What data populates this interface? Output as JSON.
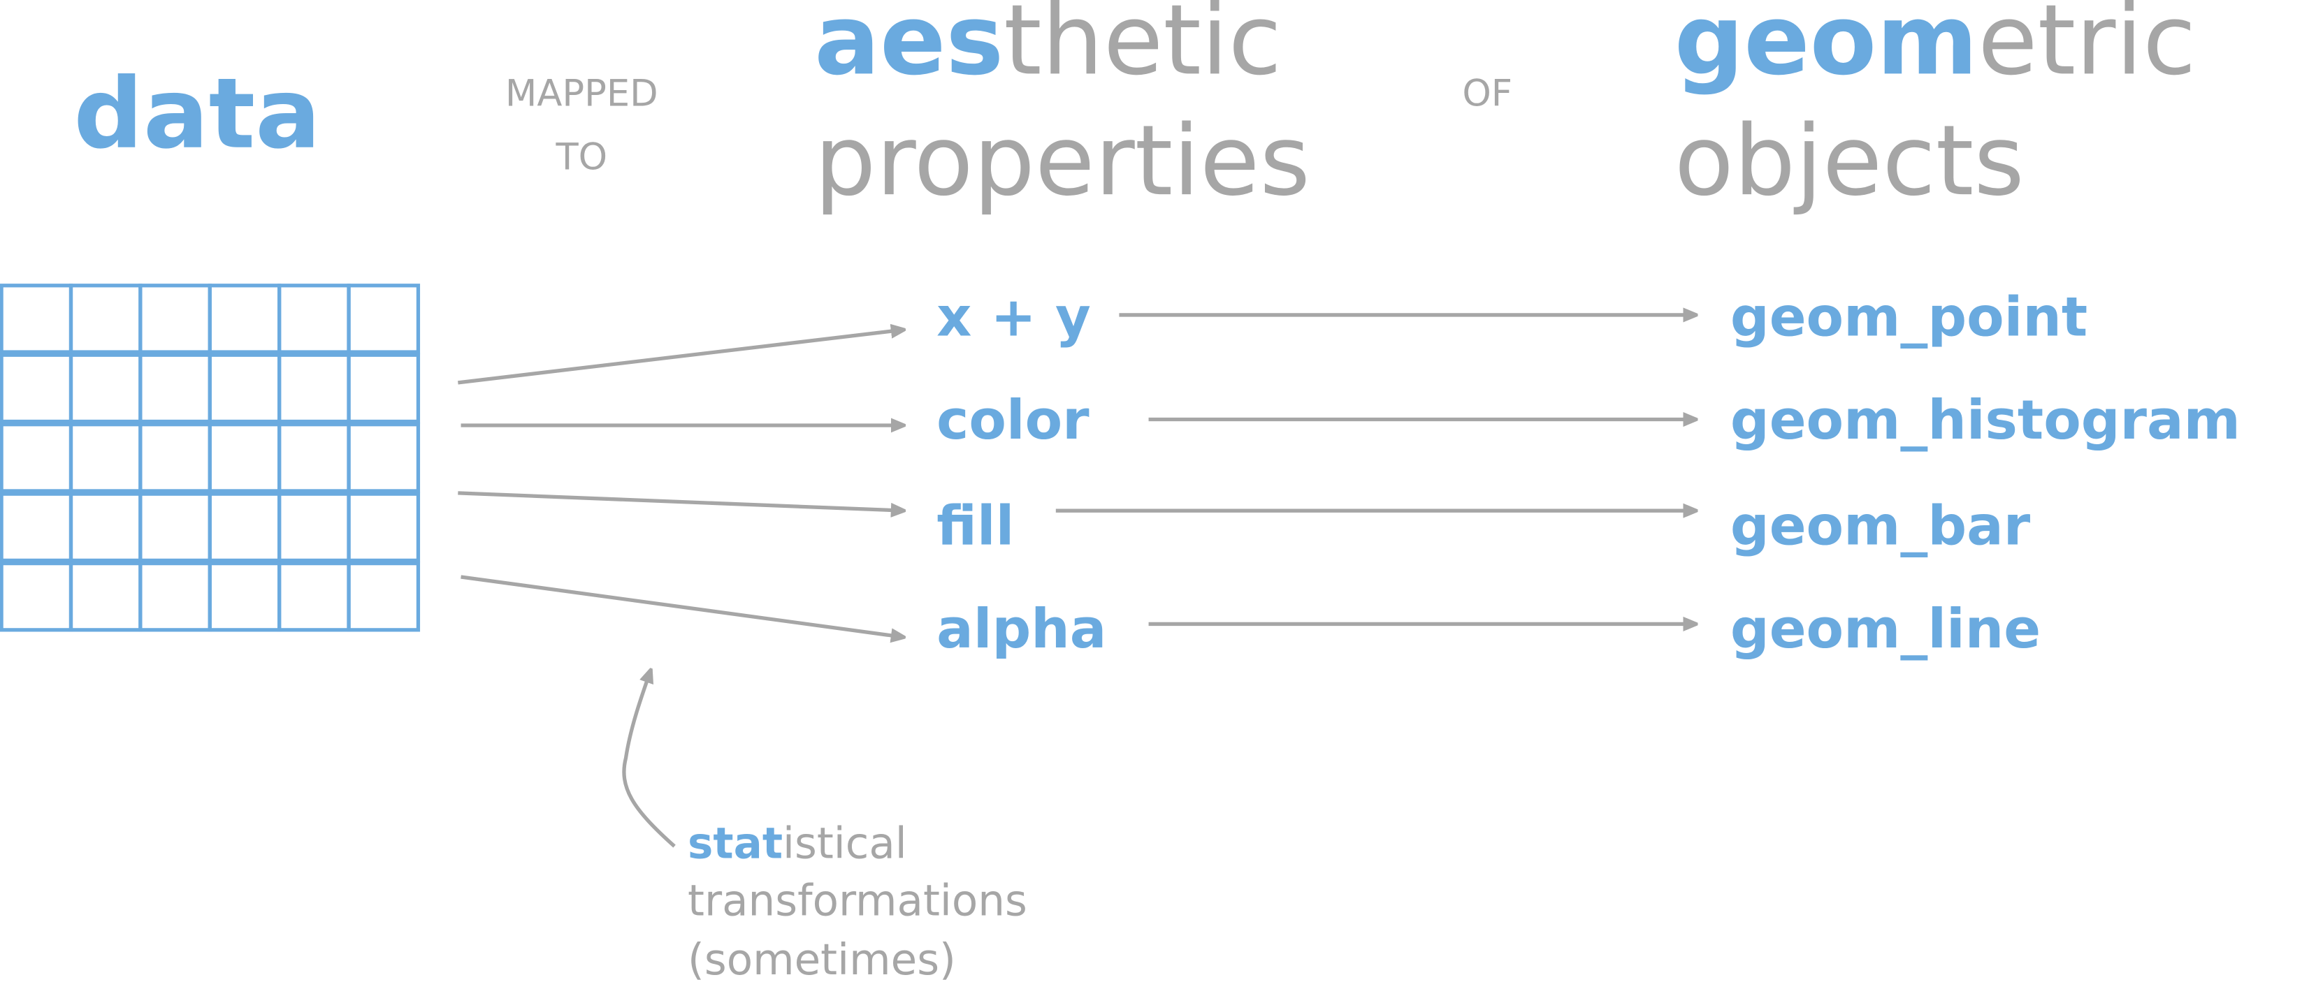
{
  "colors": {
    "accent": "#6aaadf",
    "muted": "#a6a6a6"
  },
  "header": {
    "data": "data",
    "mapped_line1": "MAPPED",
    "mapped_line2": "TO",
    "aes_highlight": "aes",
    "aes_rest": "thetic",
    "aes_line2": "properties",
    "of": "OF",
    "geom_highlight": "geom",
    "geom_rest": "etric",
    "geom_line2": "objects"
  },
  "grid": {
    "rows": 5,
    "cols": 6
  },
  "aesthetics": [
    "x + y",
    "color",
    "fill",
    "alpha"
  ],
  "geoms": [
    "geom_point",
    "geom_histogram",
    "geom_bar",
    "geom_line"
  ],
  "stat_note": {
    "highlight": "stat",
    "rest": "istical",
    "line2": "transformations",
    "line3": "(sometimes)"
  }
}
